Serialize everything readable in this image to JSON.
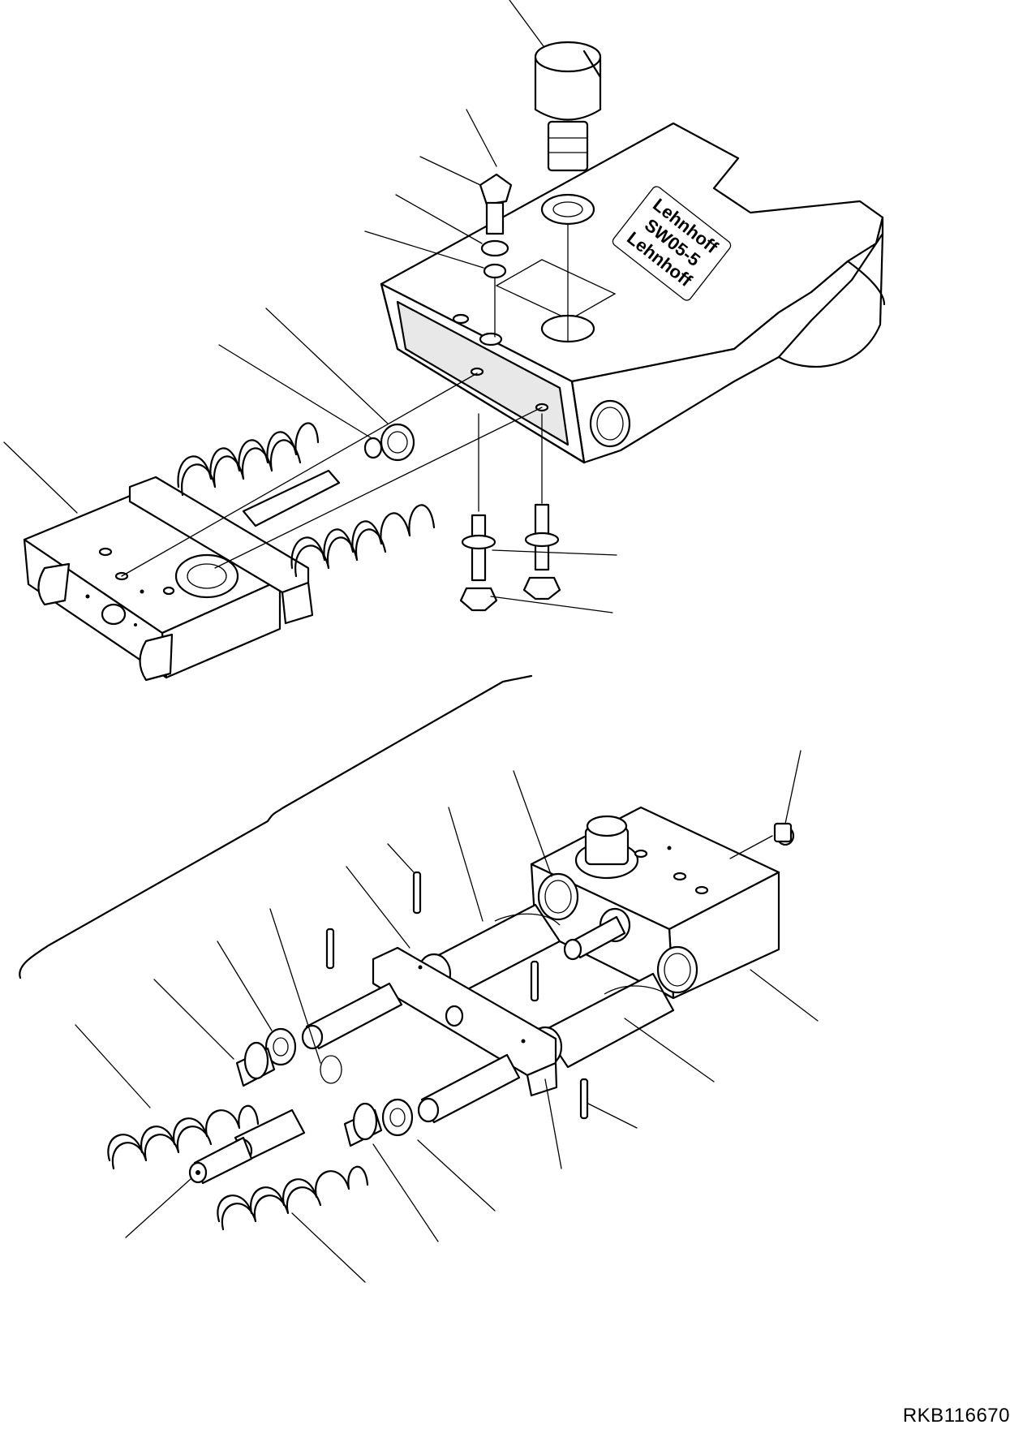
{
  "drawing": {
    "id": "RKB116670",
    "nameplate": {
      "line1": "Lehnhoff",
      "line2": "SW05-5",
      "line3": "Lehnhoff"
    }
  }
}
